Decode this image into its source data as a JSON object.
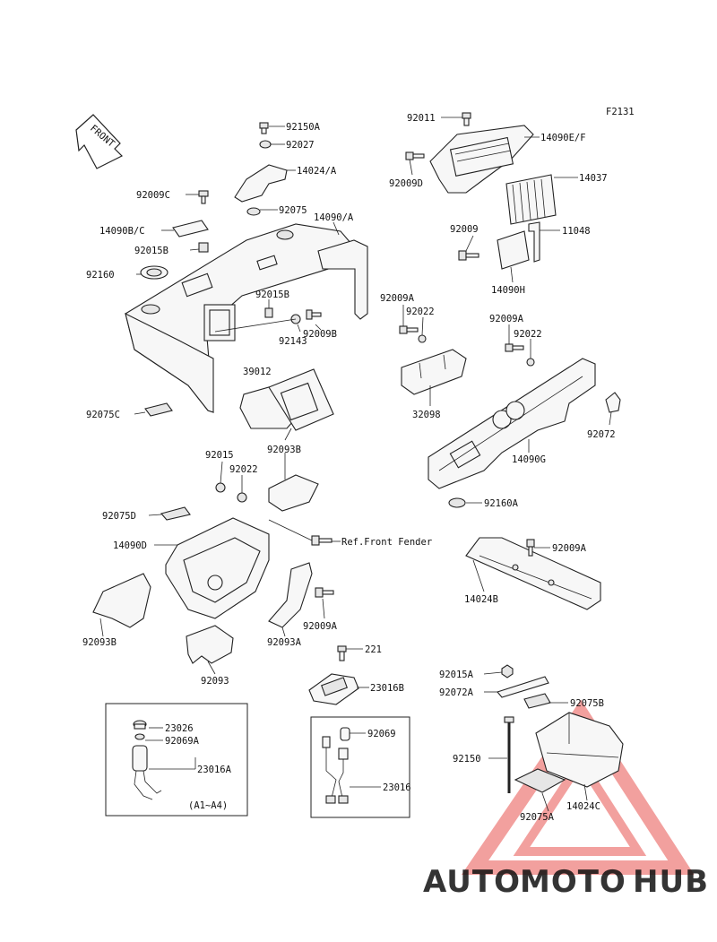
{
  "figure_code": "F2131",
  "front_label": "FRONT",
  "labels": {
    "l92150A": "92150A",
    "l92027": "92027",
    "l14024A": "14024/A",
    "l92009C": "92009C",
    "l92075": "92075",
    "l14090A": "14090/A",
    "l14090BC": "14090B/C",
    "l92015B_a": "92015B",
    "l92160": "92160",
    "l92015B_b": "92015B",
    "l92143": "92143",
    "l92009B": "92009B",
    "l39012": "39012",
    "l92093B_top": "92093B",
    "l92075C": "92075C",
    "l92011": "92011",
    "l14090EF": "14090E/F",
    "l92009D": "92009D",
    "l14037": "14037",
    "l92009": "92009",
    "l11048": "11048",
    "l14090H": "14090H",
    "l92009A_a": "92009A",
    "l92022_a": "92022",
    "l32098": "32098",
    "l92009A_b": "92009A",
    "l92022_b": "92022",
    "l92072": "92072",
    "l14090G": "14090G",
    "l92160A": "92160A",
    "l92015": "92015",
    "l92022_c": "92022",
    "l92075D": "92075D",
    "l14090D": "14090D",
    "lRefFront": "Ref.Front Fender",
    "l92009A_c": "92009A",
    "l14024B": "14024B",
    "l92093B": "92093B",
    "l92093A": "92093A",
    "l92009A_d": "92009A",
    "l92093": "92093",
    "l221": "221",
    "l23016B": "23016B",
    "l92015A": "92015A",
    "l92072A": "92072A",
    "l92075B": "92075B",
    "l23026": "23026",
    "l92069A": "92069A",
    "l23016A": "23016A",
    "lA1A4": "(A1~A4)",
    "l92069": "92069",
    "l23016": "23016",
    "l92150": "92150",
    "l92075A": "92075A",
    "l14024C": "14024C"
  },
  "watermark": {
    "part1": "AUTO",
    "part2": "MOTO",
    "part3": "HUB",
    "color1": "#f5b335",
    "color2": "#e8534f",
    "color3": "#8a8a8a"
  }
}
